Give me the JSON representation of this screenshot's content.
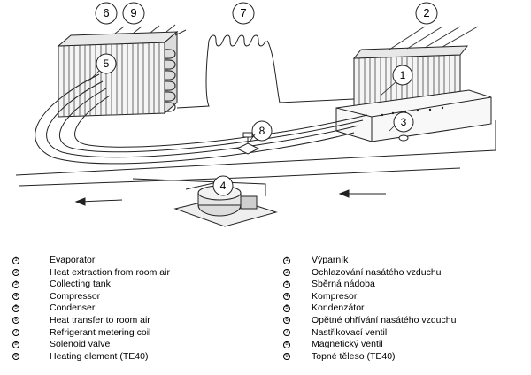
{
  "callouts": [
    "1",
    "2",
    "3",
    "4",
    "5",
    "6",
    "7",
    "8",
    "9"
  ],
  "legend": {
    "english": [
      {
        "num": "1",
        "text": "Evaporator"
      },
      {
        "num": "2",
        "text": "Heat extraction from room air"
      },
      {
        "num": "3",
        "text": "Collecting tank"
      },
      {
        "num": "4",
        "text": "Compressor"
      },
      {
        "num": "5",
        "text": "Condenser"
      },
      {
        "num": "6",
        "text": "Heat transfer to room air"
      },
      {
        "num": "7",
        "text": "Refrigerant metering coil"
      },
      {
        "num": "8",
        "text": "Solenoid valve"
      },
      {
        "num": "9",
        "text": "Heating element (TE40)"
      }
    ],
    "czech": [
      {
        "num": "1",
        "text": "Výparník"
      },
      {
        "num": "2",
        "text": "Ochlazování nasátého vzduchu"
      },
      {
        "num": "3",
        "text": "Sběrná nádoba"
      },
      {
        "num": "4",
        "text": "Kompresor"
      },
      {
        "num": "5",
        "text": "Kondenzátor"
      },
      {
        "num": "6",
        "text": "Opětné ohřívání nasátého vzduchu"
      },
      {
        "num": "7",
        "text": "Nastřikovací ventil"
      },
      {
        "num": "8",
        "text": "Magnetický ventil"
      },
      {
        "num": "9",
        "text": "Topné těleso (TE40)"
      }
    ]
  }
}
